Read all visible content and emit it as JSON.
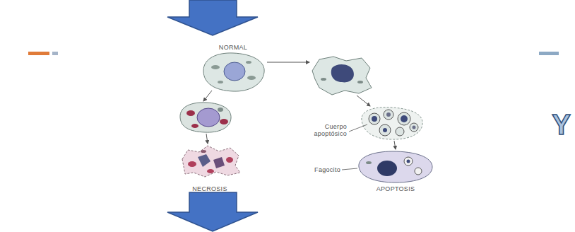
{
  "diagram": {
    "labels": [
      "NORMAL",
      "Cuerpo apoptósico",
      "Fagocito",
      "NECROSIS",
      "APOPTOSIS",
      "Y"
    ]
  }
}
